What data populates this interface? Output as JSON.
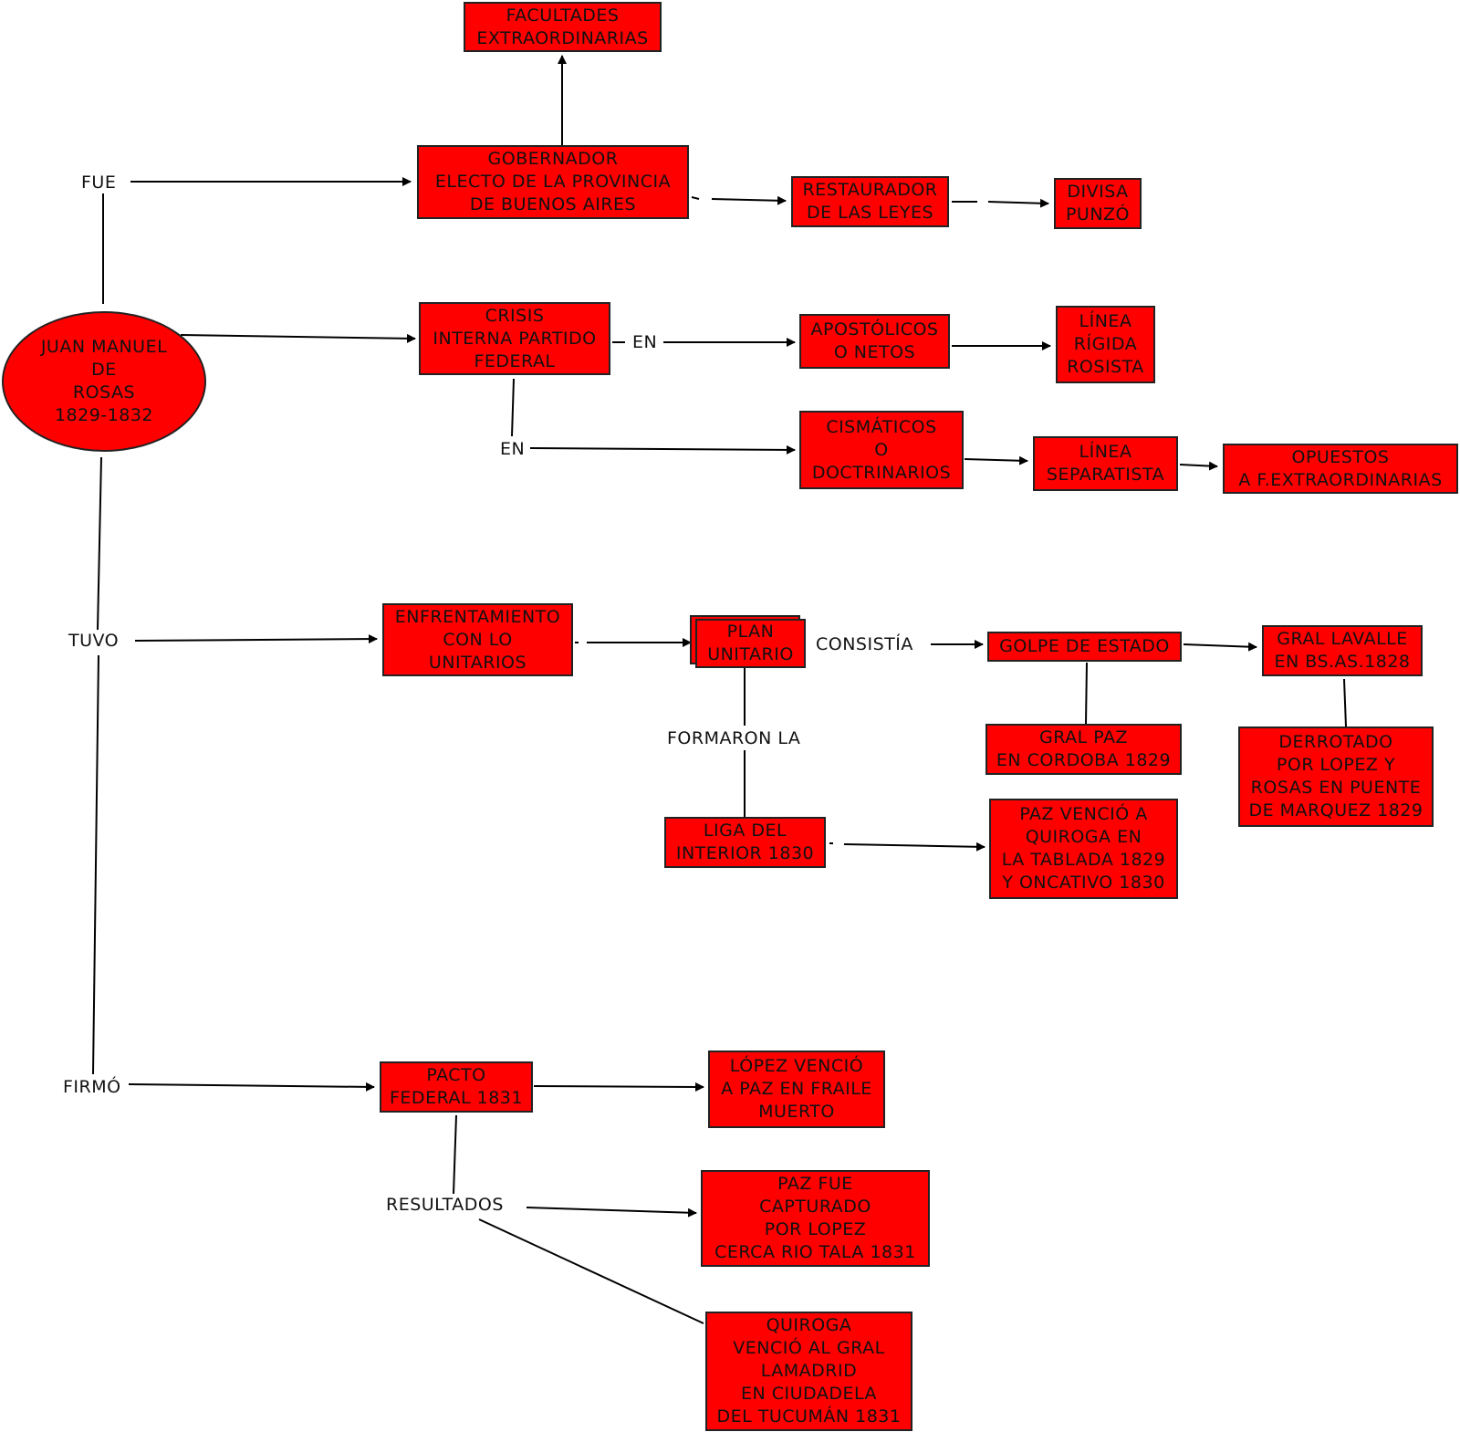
{
  "colors": {
    "node_fill": "#ff0000",
    "node_border": "#222222",
    "line": "#000000",
    "background": "#ffffff"
  },
  "central": {
    "name": "JUAN MANUEL\nDE\nROSAS\n1829-1832"
  },
  "nodes": {
    "facultades": "FACULTADES\nEXTRAORDINARIAS",
    "gobernador": "GOBERNADOR\nELECTO DE LA PROVINCIA\nDE BUENOS AIRES",
    "restaurador": "RESTAURADOR\nDE LAS LEYES",
    "divisa": "DIVISA\nPUNZÓ",
    "crisis": "CRISIS\nINTERNA PARTIDO\nFEDERAL",
    "apostolicos": "APOSTÓLICOS\nO NETOS",
    "linea_rigida": "LÍNEA\nRÍGIDA\nROSISTA",
    "cismaticos": "CISMÁTICOS\nO\nDOCTRINARIOS",
    "linea_separatista": "LÍNEA\nSEPARATISTA",
    "opuestos": "OPUESTOS\nA F.EXTRAORDINARIAS",
    "enfrentamiento": "ENFRENTAMIENTO\nCON LO\nUNITARIOS",
    "plan_unitario": "PLAN\nUNITARIO",
    "golpe": "GOLPE DE ESTADO",
    "lavalle": "GRAL LAVALLE\nEN BS.AS.1828",
    "gral_paz": "GRAL PAZ\nEN CORDOBA 1829",
    "derrotado": "DERROTADO\nPOR LOPEZ Y\nROSAS EN PUENTE\nDE MARQUEZ 1829",
    "liga": "LIGA DEL\nINTERIOR 1830",
    "paz_vencio": "PAZ VENCIÓ A\nQUIROGA EN\nLA TABLADA 1829\nY ONCATIVO 1830",
    "pacto": "PACTO\nFEDERAL 1831",
    "lopez_vencio": "LÓPEZ VENCIÓ\nA PAZ EN FRAILE\nMUERTO",
    "paz_capturado": "PAZ FUE\nCAPTURADO\nPOR LOPEZ\nCERCA RIO TALA 1831",
    "quiroga": "QUIROGA\nVENCIÓ AL GRAL\nLAMADRID\nEN CIUDADELA\nDEL TUCUMÁN 1831"
  },
  "labels": {
    "fue": "FUE",
    "en_1": "EN",
    "en_2": "EN",
    "tuvo": "TUVO",
    "consistia": "CONSISTÍA",
    "formaron_la": "FORMARON  LA",
    "firmo": "FIRMÓ",
    "resultados": "RESULTADOS"
  }
}
